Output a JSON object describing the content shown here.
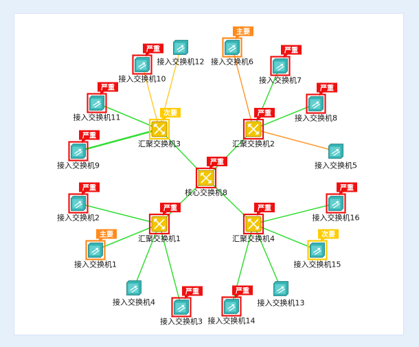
{
  "colors": {
    "link_green": "#33dd33",
    "link_orange": "#ff9933",
    "link_yellow": "#ffcc33",
    "alarm_red": "#ee1111",
    "alarm_orange": "#ff8a1c",
    "alarm_yellow": "#ffcc00",
    "access_icon": "#35b3b3",
    "agg_icon": "#f1c500"
  },
  "alarm_levels": {
    "critical": "严重",
    "major": "主要",
    "minor": "次要"
  },
  "nodes": [
    {
      "id": "core8",
      "label": "核心交换机8",
      "kind": "core",
      "alarm": "critical"
    },
    {
      "id": "agg1",
      "label": "汇聚交换机1",
      "kind": "aggregation",
      "alarm": "critical"
    },
    {
      "id": "agg2",
      "label": "汇聚交换机2",
      "kind": "aggregation",
      "alarm": "critical"
    },
    {
      "id": "agg3",
      "label": "汇聚交换机3",
      "kind": "aggregation",
      "alarm": "minor"
    },
    {
      "id": "agg4",
      "label": "汇聚交换机4",
      "kind": "aggregation",
      "alarm": "critical"
    },
    {
      "id": "acc1",
      "label": "接入交换机1",
      "kind": "access",
      "alarm": "major"
    },
    {
      "id": "acc2",
      "label": "接入交换机2",
      "kind": "access",
      "alarm": "critical"
    },
    {
      "id": "acc3",
      "label": "接入交换机3",
      "kind": "access",
      "alarm": "critical"
    },
    {
      "id": "acc4",
      "label": "接入交换机4",
      "kind": "access",
      "alarm": null
    },
    {
      "id": "acc5",
      "label": "接入交换机5",
      "kind": "access",
      "alarm": null
    },
    {
      "id": "acc6",
      "label": "接入交换机6",
      "kind": "access",
      "alarm": "major"
    },
    {
      "id": "acc7",
      "label": "接入交换机7",
      "kind": "access",
      "alarm": "critical"
    },
    {
      "id": "acc8",
      "label": "接入交换机8",
      "kind": "access",
      "alarm": "critical"
    },
    {
      "id": "acc9",
      "label": "接入交换机9",
      "kind": "access",
      "alarm": "critical"
    },
    {
      "id": "acc10",
      "label": "接入交换机10",
      "kind": "access",
      "alarm": "critical"
    },
    {
      "id": "acc11",
      "label": "接入交换机11",
      "kind": "access",
      "alarm": "critical"
    },
    {
      "id": "acc12",
      "label": "接入交换机12",
      "kind": "access",
      "alarm": null
    },
    {
      "id": "acc13",
      "label": "接入交换机13",
      "kind": "access",
      "alarm": null
    },
    {
      "id": "acc14",
      "label": "接入交换机14",
      "kind": "access",
      "alarm": "critical"
    },
    {
      "id": "acc15",
      "label": "接入交换机15",
      "kind": "access",
      "alarm": "minor"
    },
    {
      "id": "acc16",
      "label": "接入交换机16",
      "kind": "access",
      "alarm": "critical"
    }
  ],
  "links": [
    {
      "from": "core8",
      "to": "agg1",
      "status": "normal"
    },
    {
      "from": "core8",
      "to": "agg2",
      "status": "normal"
    },
    {
      "from": "core8",
      "to": "agg3",
      "status": "normal"
    },
    {
      "from": "core8",
      "to": "agg4",
      "status": "normal"
    },
    {
      "from": "agg3",
      "to": "acc9",
      "status": "normal"
    },
    {
      "from": "agg3",
      "to": "acc11",
      "status": "normal"
    },
    {
      "from": "agg3",
      "to": "acc10",
      "status": "minor"
    },
    {
      "from": "agg3",
      "to": "acc12",
      "status": "minor"
    },
    {
      "from": "agg2",
      "to": "acc6",
      "status": "major"
    },
    {
      "from": "agg2",
      "to": "acc7",
      "status": "normal"
    },
    {
      "from": "agg2",
      "to": "acc8",
      "status": "normal"
    },
    {
      "from": "agg2",
      "to": "acc5",
      "status": "major"
    },
    {
      "from": "agg1",
      "to": "acc2",
      "status": "normal"
    },
    {
      "from": "agg1",
      "to": "acc1",
      "status": "normal"
    },
    {
      "from": "agg1",
      "to": "acc4",
      "status": "normal"
    },
    {
      "from": "agg1",
      "to": "acc3",
      "status": "normal"
    },
    {
      "from": "agg4",
      "to": "acc16",
      "status": "normal"
    },
    {
      "from": "agg4",
      "to": "acc15",
      "status": "normal"
    },
    {
      "from": "agg4",
      "to": "acc13",
      "status": "normal"
    },
    {
      "from": "agg4",
      "to": "acc14",
      "status": "normal"
    }
  ]
}
